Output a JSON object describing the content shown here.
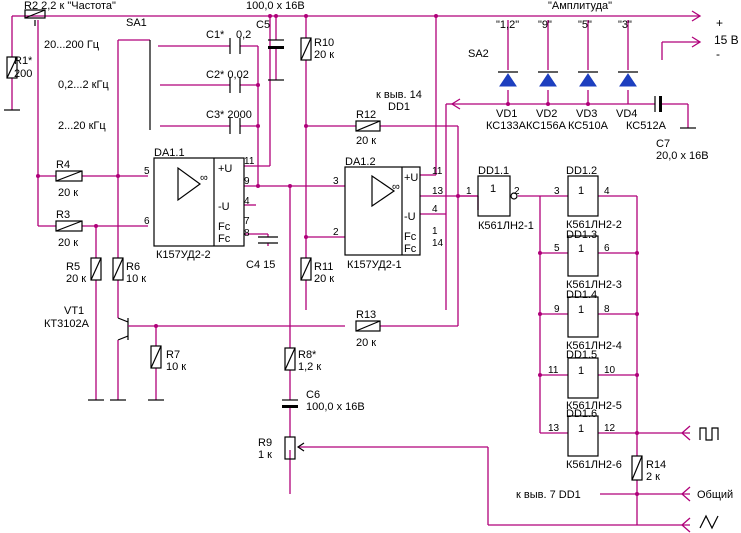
{
  "labels": {
    "r2": "R2  2,2 к  \"Частота\"",
    "r1": "R1*",
    "r1v": "200",
    "sa1": "SA1",
    "c5": "100,0 х 16В",
    "c5n": "C5",
    "r10": "R10",
    "r10v": "20 к",
    "ampl": "\"Амплитуда\"",
    "a12": "\"1,2\"",
    "a9": "\"9\"",
    "a5": "\"5\"",
    "a3": "\"3\"",
    "plus": "+",
    "v15": "15 В",
    "minus": "-",
    "sa2": "SA2",
    "f1": "20...200 Гц",
    "f2": "0,2...2 кГц",
    "f3": "2...20 кГц",
    "c1": "C1*",
    "c1v": "0,2",
    "c2": "C2* 0,02",
    "c3": "C3* 2000",
    "kvyv14": "к выв. 14",
    "dd1": "DD1",
    "r12": "R12",
    "r12v": "20 к",
    "vd1": "VD1",
    "vd2": "VD2",
    "vd3": "VD3",
    "vd4": "VD4",
    "vd1t": "КС133А",
    "vd2t": "КС156А",
    "vd3t": "КС510А",
    "vd4t": "КС512А",
    "c7": "C7",
    "c7v": "20,0 х 16В",
    "r4": "R4",
    "r4v": "20 к",
    "r3": "R3",
    "r3v": "20 к",
    "da11": "DA1.1",
    "da12": "DA1.2",
    "da11t": "К157УД2-2",
    "da12t": "К157УД2-1",
    "pu": "+U",
    "mu": "-U",
    "fc": "Fc",
    "inf": "∞",
    "c4": "C4  15",
    "r5": "R5",
    "r5v": "20 к",
    "r6": "R6",
    "r6v": "10 к",
    "r11": "R11",
    "r11v": "20 к",
    "vt1": "VT1",
    "vt1t": "КТ3102А",
    "r13": "R13",
    "r13v": "20 к",
    "r7": "R7",
    "r7v": "10 к",
    "r8": "R8*",
    "r8v": "1,2 к",
    "c6": "C6",
    "c6v": "100,0 х 16В",
    "r9": "R9",
    "r9v": "1 к",
    "dd11": "DD1.1",
    "dd11t": "К561ЛН2-1",
    "dd12": "DD1.2",
    "dd12t": "К561ЛН2-2",
    "dd13": "DD1.3",
    "dd13t": "К561ЛН2-3",
    "dd14": "DD1.4",
    "dd14t": "К561ЛН2-4",
    "dd15": "DD1.5",
    "dd15t": "К561ЛН2-5",
    "dd16": "DD1.6",
    "dd16t": "К561ЛН2-6",
    "one": "1",
    "r14": "R14",
    "r14v": "2 к",
    "kvyv7": "к выв. 7 DD1",
    "common": "Общий",
    "p5": "5",
    "p6": "6",
    "p11": "11",
    "p9": "9",
    "p4": "4",
    "p7": "7",
    "p8": "8",
    "p3": "3",
    "p2": "2",
    "p13": "13",
    "p1": "1",
    "p14": "14",
    "q3": "3",
    "q4": "4",
    "q5": "5",
    "q6": "6",
    "q9": "9",
    "q8": "8",
    "q11": "11",
    "q10": "10",
    "q13": "13",
    "q12": "12",
    "q1": "1",
    "q2": "2"
  }
}
